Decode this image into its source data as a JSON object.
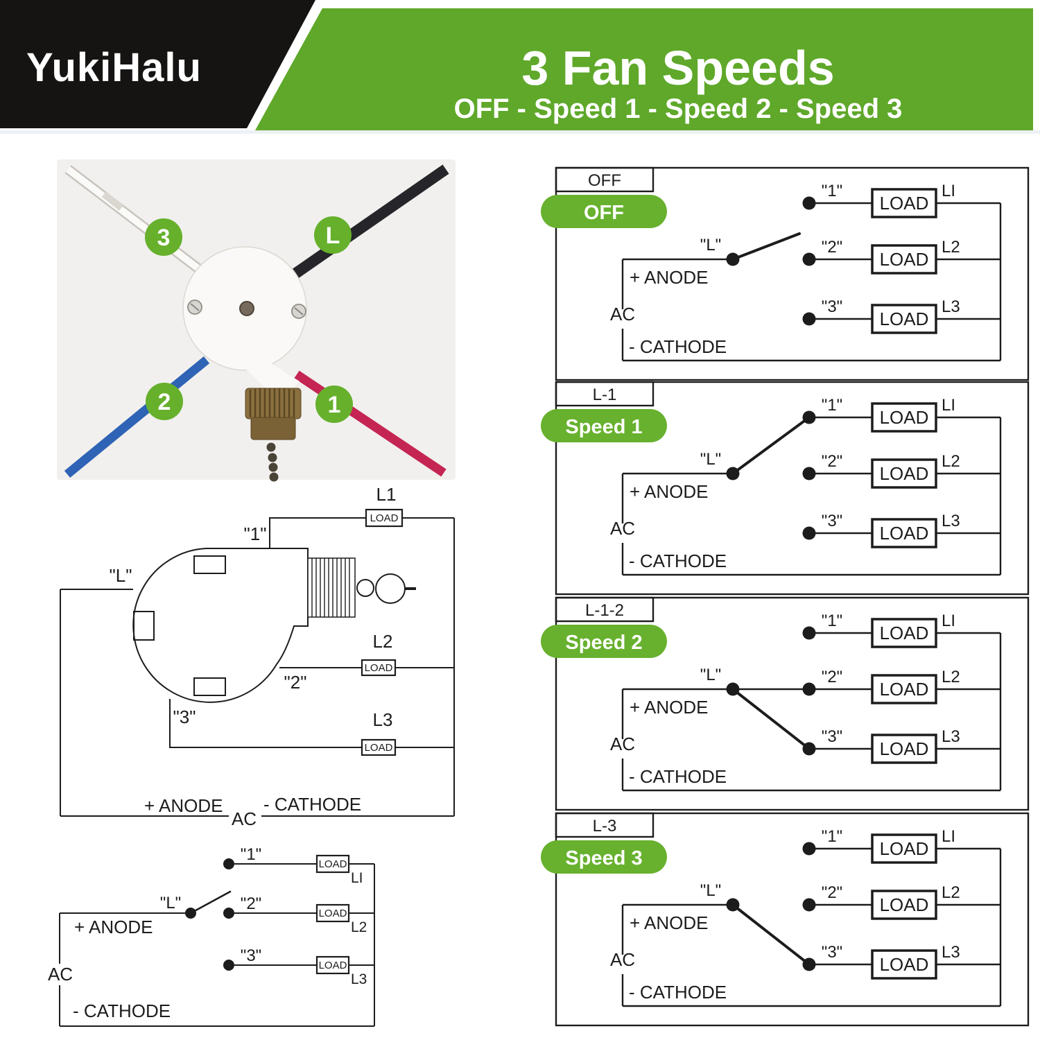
{
  "header": {
    "brand": "YukiHalu",
    "title": "3 Fan Speeds",
    "subtitle": "OFF - Speed 1 - Speed 2 - Speed 3"
  },
  "colors": {
    "header_green": "#5fa82a",
    "badge_green": "#67b12e",
    "photo_badge_green": "#66b02c",
    "ink": "#1c1c1c",
    "wire_black": "#26262a",
    "wire_blue": "#2e63b5",
    "wire_red": "#c52553",
    "wire_white": "#fafaf8",
    "photo_bg": "#f1f0ee"
  },
  "photo": {
    "labels": {
      "n3": "3",
      "l": "L",
      "n2": "2",
      "n1": "1"
    }
  },
  "middle_diagram": {
    "outs": [
      "L1",
      "L2",
      "L3"
    ],
    "loads": [
      "LOAD",
      "LOAD",
      "LOAD"
    ],
    "terminals": {
      "t1": "\"1\"",
      "t2": "\"2\"",
      "t3": "\"3\"",
      "l": "\"L\""
    },
    "anode": "+ ANODE",
    "ac": "AC",
    "cathode": "- CATHODE"
  },
  "bottom_circuit": {
    "outs": [
      "LI",
      "L2",
      "L3"
    ],
    "loads": [
      "LOAD",
      "LOAD",
      "LOAD"
    ],
    "terminals": {
      "t1": "\"1\"",
      "t2": "\"2\"",
      "t3": "\"3\"",
      "l": "\"L\""
    },
    "anode": "+ ANODE",
    "ac": "AC",
    "cathode": "- CATHODE"
  },
  "panels": [
    {
      "tab": "OFF",
      "badge": "OFF",
      "terminals": {
        "t1": "\"1\"",
        "t2": "\"2\"",
        "t3": "\"3\"",
        "l": "\"L\""
      },
      "loads": [
        "LOAD",
        "LOAD",
        "LOAD"
      ],
      "outs": [
        "LI",
        "L2",
        "L3"
      ],
      "anode": "+ ANODE",
      "ac": "AC",
      "cathode": "- CATHODE"
    },
    {
      "tab": "L-1",
      "badge": "Speed 1",
      "terminals": {
        "t1": "\"1\"",
        "t2": "\"2\"",
        "t3": "\"3\"",
        "l": "\"L\""
      },
      "loads": [
        "LOAD",
        "LOAD",
        "LOAD"
      ],
      "outs": [
        "LI",
        "L2",
        "L3"
      ],
      "anode": "+ ANODE",
      "ac": "AC",
      "cathode": "- CATHODE"
    },
    {
      "tab": "L-1-2",
      "badge": "Speed 2",
      "terminals": {
        "t1": "\"1\"",
        "t2": "\"2\"",
        "t3": "\"3\"",
        "l": "\"L\""
      },
      "loads": [
        "LOAD",
        "LOAD",
        "LOAD"
      ],
      "outs": [
        "LI",
        "L2",
        "L3"
      ],
      "anode": "+ ANODE",
      "ac": "AC",
      "cathode": "- CATHODE"
    },
    {
      "tab": "L-3",
      "badge": "Speed 3",
      "terminals": {
        "t1": "\"1\"",
        "t2": "\"2\"",
        "t3": "\"3\"",
        "l": "\"L\""
      },
      "loads": [
        "LOAD",
        "LOAD",
        "LOAD"
      ],
      "outs": [
        "LI",
        "L2",
        "L3"
      ],
      "anode": "+ ANODE",
      "ac": "AC",
      "cathode": "- CATHODE"
    }
  ]
}
